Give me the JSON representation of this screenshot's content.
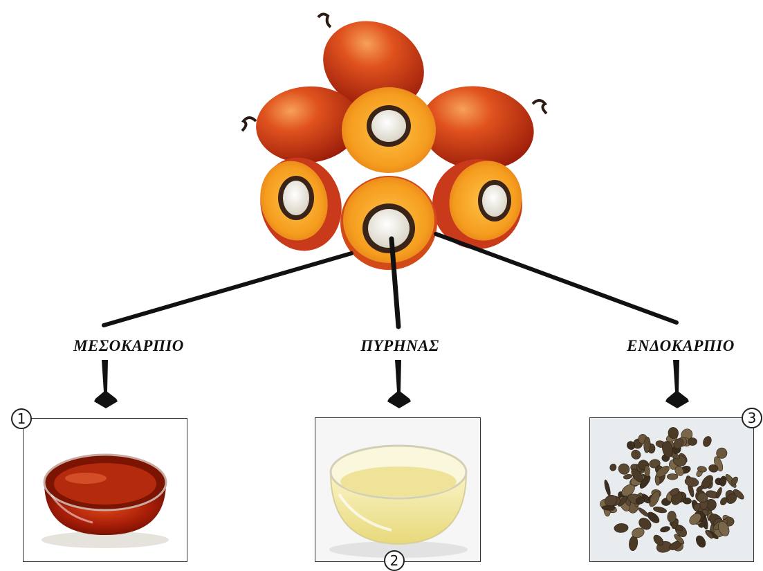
{
  "labels": {
    "mesocarp": "ΜΕΣΟΚΑΡΠΙΟ",
    "kernel": "ΠΥΡΗΝΑΣ",
    "endocarp": "ΕΝΔΟΚΑΡΠΙΟ"
  },
  "badges": {
    "one": "1",
    "two": "2",
    "three": "3"
  },
  "colors": {
    "fruit_red": "#c8321a",
    "fruit_orange": "#f28a1c",
    "mesocarp_yellow": "#f5a623",
    "shell_dark": "#3a2418",
    "kernel_white": "#f4f1ea",
    "red_oil": "#9e1a06",
    "kernel_oil": "#efe39a",
    "shell_brown": "#5b4a33"
  }
}
